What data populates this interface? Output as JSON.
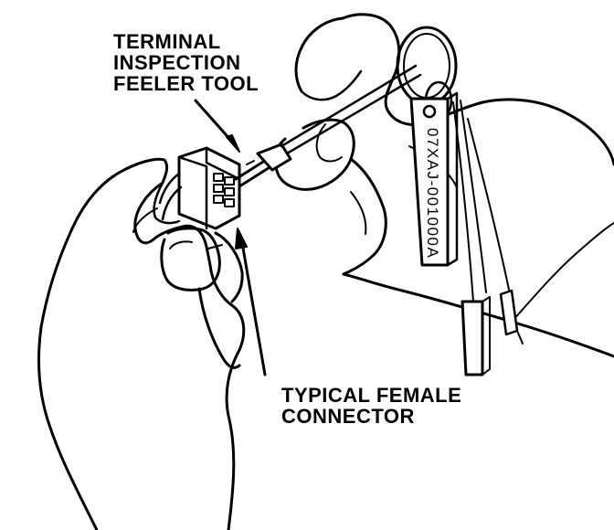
{
  "callouts": {
    "tool": {
      "line1": "TERMINAL",
      "line2": "INSPECTION",
      "line3": "FEELER TOOL"
    },
    "connector": {
      "line1": "TYPICAL FEMALE",
      "line2": "CONNECTOR"
    }
  },
  "tool_tag": {
    "part_number": "07XAJ-001000A"
  },
  "colors": {
    "ink": "#000000",
    "paper": "#ffffff"
  }
}
